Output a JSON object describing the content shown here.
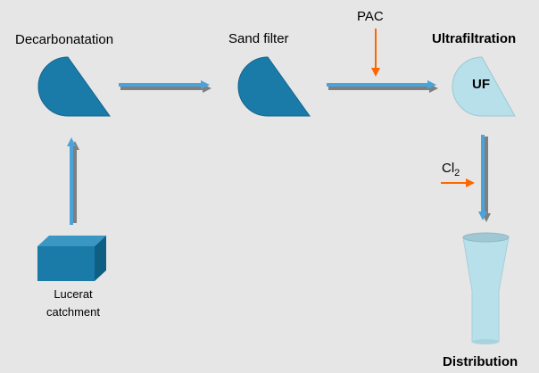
{
  "labels": {
    "decarbonatation": "Decarbonatation",
    "sand_filter": "Sand filter",
    "ultrafiltration": "Ultrafiltration",
    "uf": "UF",
    "pac": "PAC",
    "chlorine_symbol": "Cl",
    "chlorine_subscript": "2",
    "catchment_line1": "Lucerat",
    "catchment_line2": "catchment",
    "distribution": "Distribution"
  },
  "colors": {
    "background": "#e6e6e6",
    "tank_dark": "#1a7aa8",
    "tank_light": "#b8e0ea",
    "flow_arrow": "#4aa3d9",
    "flow_shadow": "#7f7f7f",
    "additive_arrow": "#ff6600"
  }
}
